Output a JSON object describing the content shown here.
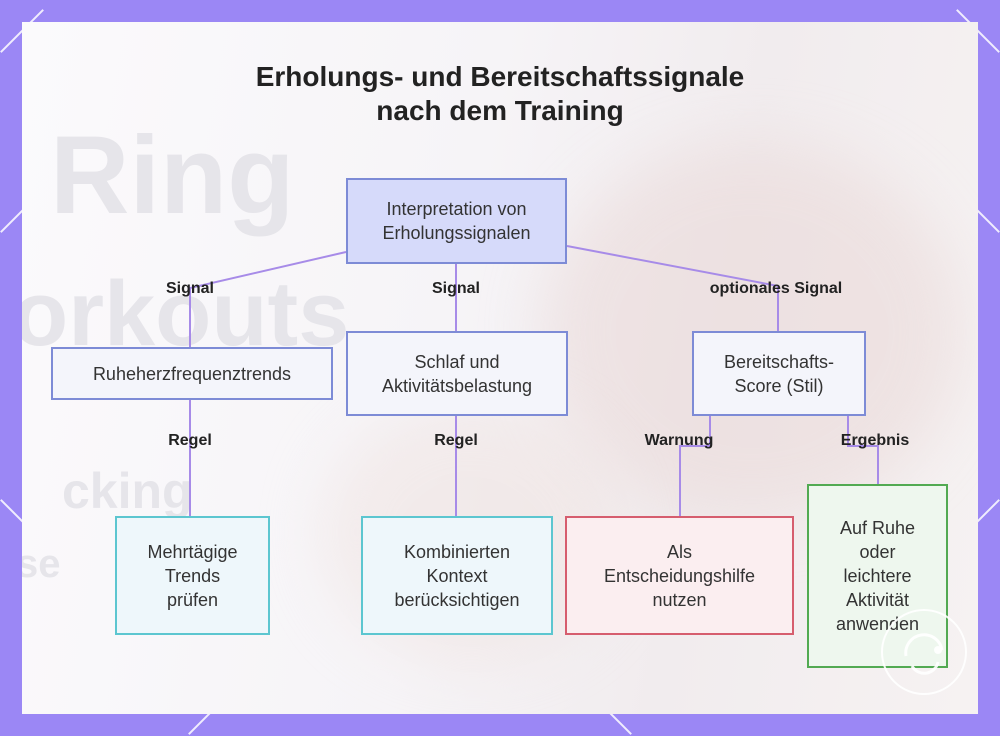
{
  "title": {
    "line1": "Erholungs- und Bereitschaftssignale",
    "line2": "nach dem Training"
  },
  "background_text": [
    "Ring",
    "orkouts",
    "cking",
    "se"
  ],
  "nodes": {
    "root": "Interpretation von Erholungssignalen",
    "resting_hr": "Ruheherzfrequenztrends",
    "sleep": "Schlaf und Aktivitätsbelastung",
    "readiness": "Bereitschafts-Score (Stil)",
    "multi_day": "Mehrtägige Trends prüfen",
    "combined": "Kombinierten Kontext berücksichtigen",
    "decision": "Als Entscheidungshilfe nutzen",
    "rest": "Auf Ruhe oder leichtere Aktivität anwenden"
  },
  "edge_labels": {
    "signal_left": "Signal",
    "signal_mid": "Signal",
    "signal_optional": "optionales Signal",
    "rule_left": "Regel",
    "rule_mid": "Regel",
    "warning": "Warnung",
    "result": "Ergebnis"
  },
  "colors": {
    "frame": "#9b87f5",
    "edge": "#a78be8",
    "root_fill": "#d6dafa",
    "blue_border": "#7d8bd6",
    "teal_border": "#5cc6d0",
    "red_border": "#d65d6e",
    "green_border": "#52aa52"
  }
}
